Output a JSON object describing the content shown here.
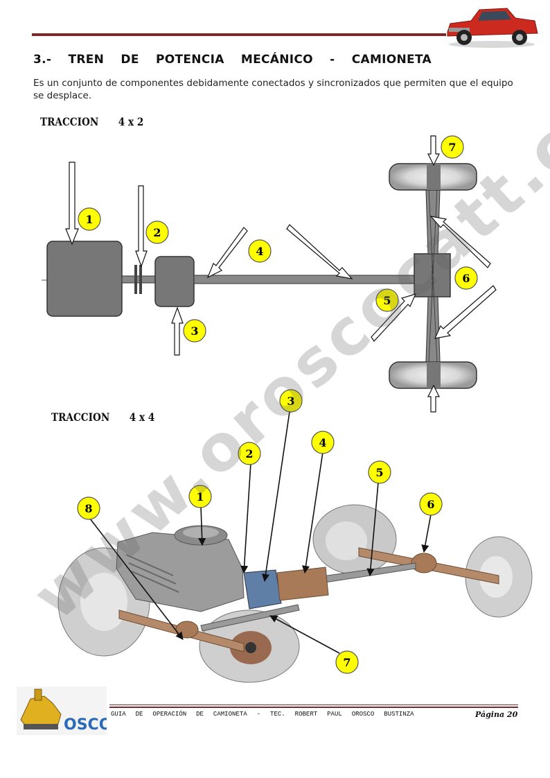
{
  "header": {
    "title": "3.- TREN DE POTENCIA MECÁNICO - CAMIONETA",
    "description": "Es un conjunto de componentes debidamente conectados y sincronizados que permiten que el equipo se desplace."
  },
  "section_4x2": {
    "label": "TRACCION",
    "value": "4 x 2"
  },
  "section_4x4": {
    "label": "TRACCION",
    "value": "4 x 4"
  },
  "markers_4x2": [
    "1",
    "2",
    "3",
    "4",
    "5",
    "6",
    "7"
  ],
  "markers_4x4": [
    "1",
    "2",
    "3",
    "4",
    "5",
    "6",
    "7",
    "8"
  ],
  "watermark": "www.oroscocatt.com",
  "footer": {
    "text": "GUIA DE OPERACIÓN DE CAMIONETA - TEC. ROBERT PAUL OROSCO BUSTINZA",
    "page": "Página 20"
  },
  "logo_text": "OSCO",
  "colors": {
    "rule": "#7a2a2a",
    "marker_fill": "#ffff00",
    "truck": "#cc2a1e"
  }
}
